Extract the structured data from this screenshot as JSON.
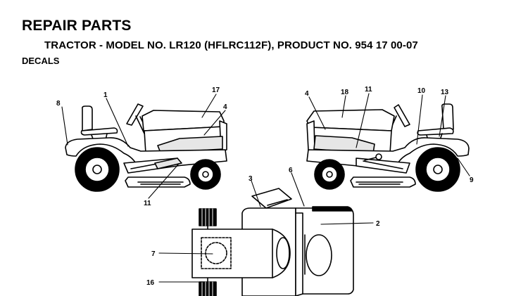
{
  "header": {
    "title": "REPAIR PARTS",
    "subtitle": "TRACTOR - MODEL NO. LR120 (HFLRC112F), PRODUCT NO. 954 17 00-07",
    "section": "DECALS"
  },
  "callouts": {
    "c1": "1",
    "c2": "2",
    "c3": "3",
    "c4a": "4",
    "c4b": "4",
    "c6": "6",
    "c7": "7",
    "c8": "8",
    "c9": "9",
    "c10": "10",
    "c11a": "11",
    "c11b": "11",
    "c13": "13",
    "c16": "16",
    "c17": "17",
    "c18": "18"
  }
}
